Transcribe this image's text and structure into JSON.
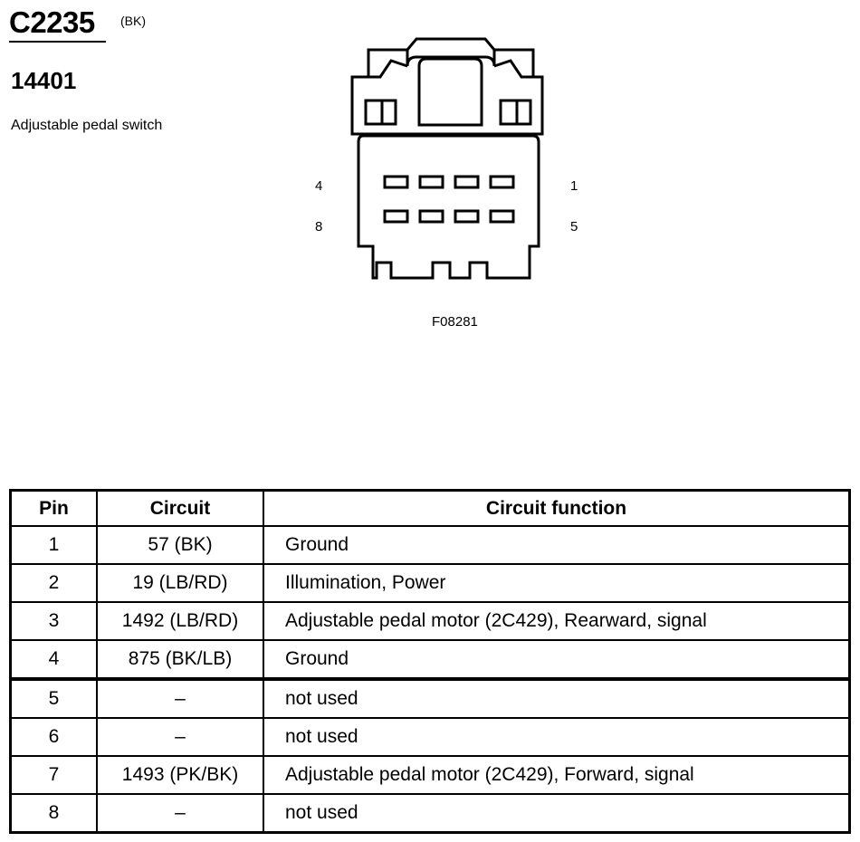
{
  "header": {
    "connector_id": "C2235",
    "connector_color": "(BK)",
    "part_number": "14401",
    "component_name": "Adjustable pedal switch"
  },
  "diagram": {
    "pin_labels": {
      "top_left": "4",
      "bottom_left": "8",
      "top_right": "1",
      "bottom_right": "5"
    },
    "figure_id": "F08281"
  },
  "table": {
    "headers": {
      "pin": "Pin",
      "circuit": "Circuit",
      "function": "Circuit function"
    },
    "rows": [
      {
        "pin": "1",
        "circuit": "57 (BK)",
        "function": "Ground"
      },
      {
        "pin": "2",
        "circuit": "19 (LB/RD)",
        "function": "Illumination, Power"
      },
      {
        "pin": "3",
        "circuit": "1492 (LB/RD)",
        "function": "Adjustable pedal motor (2C429), Rearward, signal"
      },
      {
        "pin": "4",
        "circuit": "875 (BK/LB)",
        "function": "Ground"
      },
      {
        "pin": "5",
        "circuit": "–",
        "function": "not used"
      },
      {
        "pin": "6",
        "circuit": "–",
        "function": "not used"
      },
      {
        "pin": "7",
        "circuit": "1493 (PK/BK)",
        "function": "Adjustable pedal motor (2C429), Forward, signal"
      },
      {
        "pin": "8",
        "circuit": "–",
        "function": "not used"
      }
    ]
  }
}
